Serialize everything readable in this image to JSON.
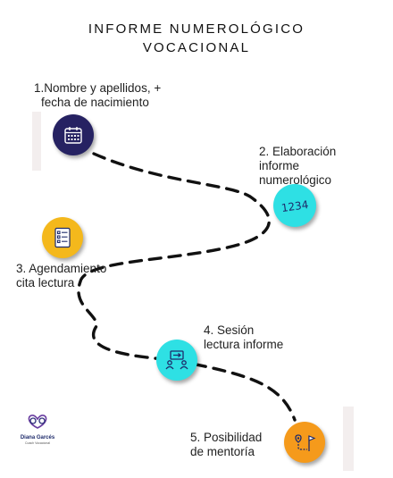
{
  "title": {
    "line1": "INFORME NUMEROLÓGICO",
    "line2": "VOCACIONAL"
  },
  "steps": [
    {
      "line1": "1.Nombre y apellidos, +",
      "line2": "fecha de nacimiento",
      "line3": "",
      "icon": "calendar-icon",
      "color": "#262262"
    },
    {
      "line1": "2. Elaboración",
      "line2": "informe",
      "line3": "numerológico",
      "icon": "numbers-1234-icon",
      "color": "#2ee0e4"
    },
    {
      "line1": "3. Agendamiento",
      "line2": "cita lectura",
      "line3": "",
      "icon": "checklist-icon",
      "color": "#f4b81c"
    },
    {
      "line1": "4. Sesión",
      "line2": "lectura informe",
      "line3": "",
      "icon": "meeting-icon",
      "color": "#2ee0e4"
    },
    {
      "line1": "5. Posibilidad",
      "line2": "de mentoría",
      "line3": "",
      "icon": "route-flag-icon",
      "color": "#f59a1b"
    }
  ],
  "numbers_icon_text": "1234",
  "logo": {
    "name": "Diana Garcés",
    "subtitle": "Coach Vocacional"
  },
  "colors": {
    "path": "#111111",
    "background": "#ffffff"
  }
}
